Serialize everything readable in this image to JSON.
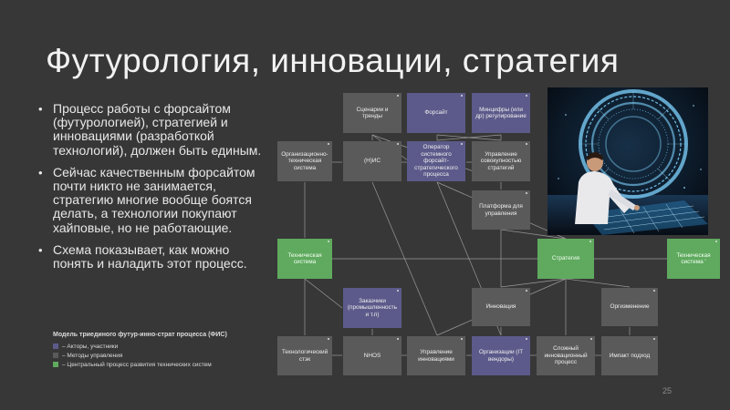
{
  "title": "Футурология, инновации, стратегия",
  "bullets": [
    "Процесс работы с форсайтом (футурологией), стратегией и инновациями (разработкой технологий), должен быть единым.",
    "Сейчас качественным форсайтом почти никто не занимается, стратегию многие вообще боятся делать, а технологии покупают хайповые, но не работающие.",
    "Схема показывает, как можно понять и наладить этот процесс."
  ],
  "legend": {
    "title": "Модель триединого футур-инно-страт процесса (ФИС)",
    "items": [
      {
        "label": "– Акторы, участники",
        "color": "#5c5a8a"
      },
      {
        "label": "– Методы управления",
        "color": "#5a5a5a"
      },
      {
        "label": "– Центральный процесс развития технических систем",
        "color": "#5faa5e"
      }
    ]
  },
  "nodes": {
    "scenarios": "Сценарии и тренды",
    "foresight": "Форсайт",
    "mincifry": "Минцифры (или др) регулирование",
    "org_tech_system": "Организационно-техническая система",
    "nis": "(Н)ИС",
    "operator": "Оператор системного форсайт-стратегического процесса",
    "cumulative_strategy": "Управление совокупностью стратегий",
    "platform": "Платформа для управления",
    "tech_system_left": "Техническая система",
    "strategy": "Стратегия",
    "tech_system_right": "Техническая система '",
    "customers": "Заказчики (промышленность и т.п)",
    "innovation": "Инновация",
    "org_change": "Оргизменение",
    "tech_stack": "Технологический стэк",
    "nhos": "NHOS",
    "innovation_mgmt": "Управление инновациями",
    "it_vendors": "Организации (IT вендоры)",
    "complex_process": "Сложный инновационный процесс",
    "impact": "Импакт подход"
  },
  "image": {
    "icon": "person-at-futuristic-portal-illustration",
    "colors": {
      "glow": "#7fd3ff",
      "background": "#0b1420"
    }
  },
  "page_number": "25",
  "colors": {
    "background": "#373737",
    "actor": "#5c5a8a",
    "method": "#5a5a5a",
    "central": "#5faa5e",
    "connector": "#9a9a9a"
  }
}
